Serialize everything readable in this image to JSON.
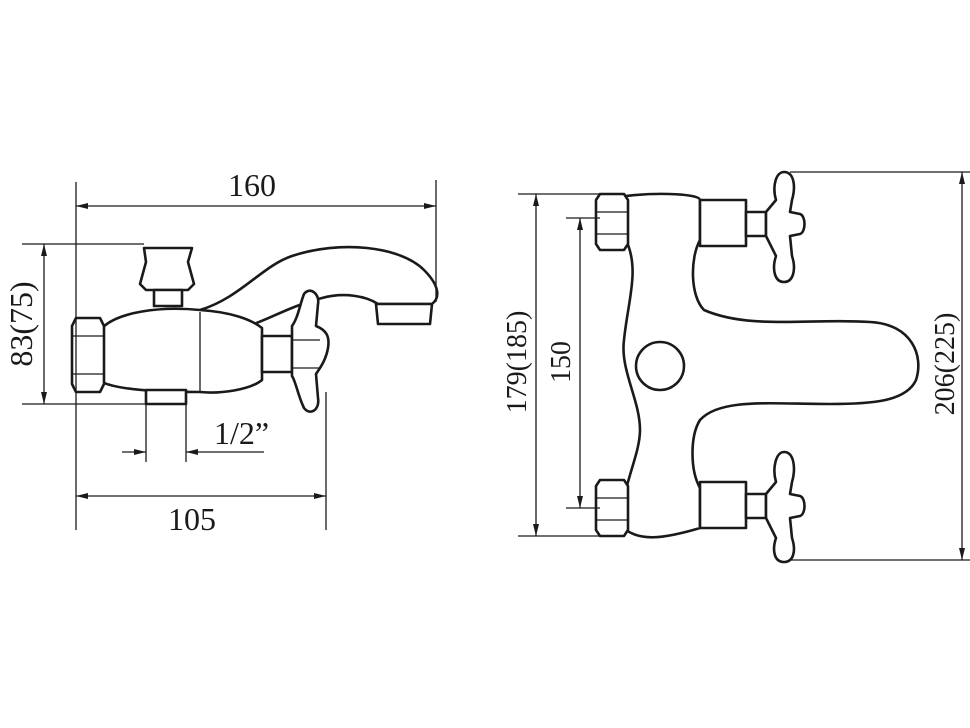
{
  "colors": {
    "ink": "#1a1a1a",
    "background": "#ffffff"
  },
  "side_view": {
    "overall_width": "160",
    "height": "83(75)",
    "inlet_thread": "1/2”",
    "depth": "105"
  },
  "front_view": {
    "overall_height": "179(185)",
    "center_distance": "150",
    "total_height": "206(225)"
  }
}
